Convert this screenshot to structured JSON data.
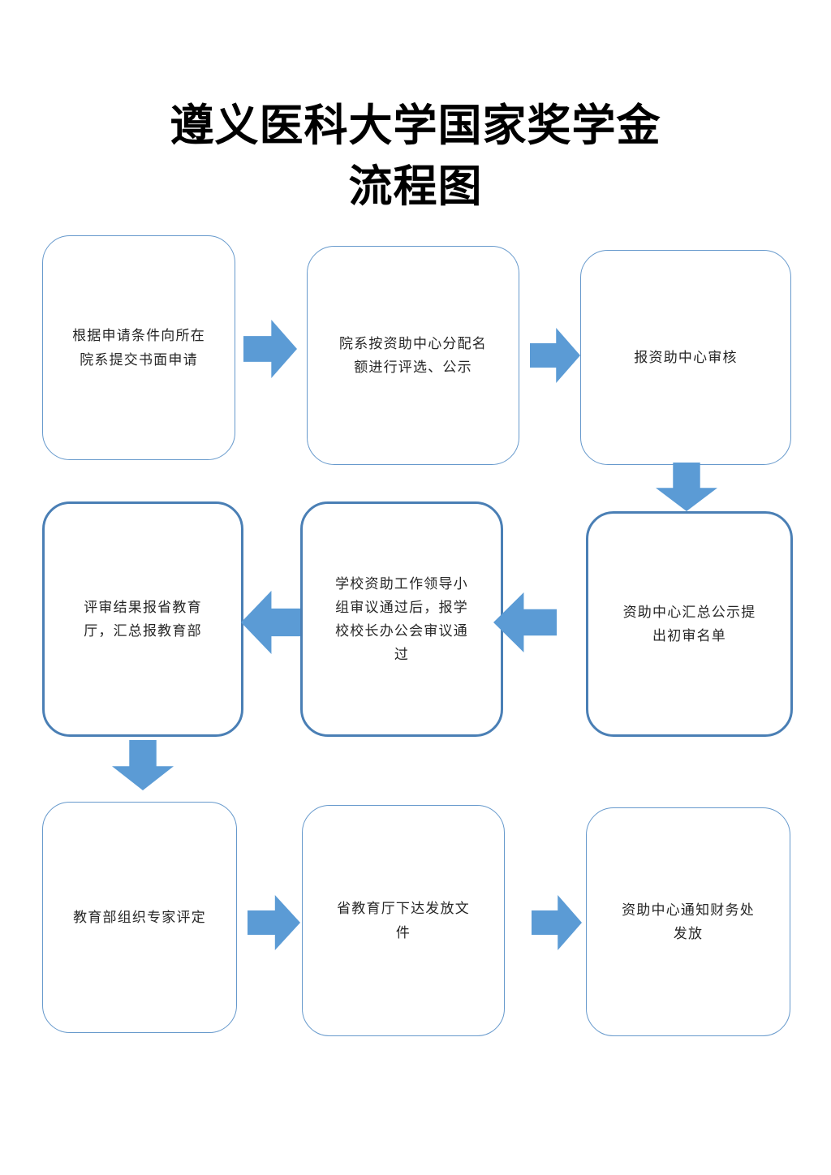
{
  "document": {
    "title_lines": [
      "遵义医科大学国家奖学金",
      "流程图"
    ],
    "full_title": "遵义医科大学国家奖学金流程图",
    "background_color": "#ffffff"
  },
  "theme": {
    "box_border_color": "#4f81bd",
    "box_fill_color": "#ffffff",
    "arrow_fill_color": "#5b9bd5",
    "text_color": "#262626",
    "title_color": "#000000"
  },
  "flow": {
    "nodes": [
      {
        "id": "n1",
        "order": 1,
        "row": 1,
        "column": 1,
        "label": "根据申请条件向所在\n院系提交书面申请"
      },
      {
        "id": "n2",
        "order": 2,
        "row": 1,
        "column": 2,
        "label": "院系按资助中心分配名\n额进行评选、公示"
      },
      {
        "id": "n3",
        "order": 3,
        "row": 1,
        "column": 3,
        "label": "报资助中心审核"
      },
      {
        "id": "n4",
        "order": 4,
        "row": 2,
        "column": 3,
        "label": "资助中心汇总公示提\n出初审名单"
      },
      {
        "id": "n5",
        "order": 5,
        "row": 2,
        "column": 2,
        "label": "学校资助工作领导小\n组审议通过后，报学\n校校长办公会审议通\n过"
      },
      {
        "id": "n6",
        "order": 6,
        "row": 2,
        "column": 1,
        "label": "评审结果报省教育\n厅，汇总报教育部"
      },
      {
        "id": "n7",
        "order": 7,
        "row": 3,
        "column": 1,
        "label": "教育部组织专家评定"
      },
      {
        "id": "n8",
        "order": 8,
        "row": 3,
        "column": 2,
        "label": "省教育厅下达发放文\n件"
      },
      {
        "id": "n9",
        "order": 9,
        "row": 3,
        "column": 3,
        "label": "资助中心通知财务处\n发放"
      }
    ],
    "connectors": [
      {
        "id": "c1",
        "from": "n1",
        "to": "n2",
        "direction": "right"
      },
      {
        "id": "c2",
        "from": "n2",
        "to": "n3",
        "direction": "right"
      },
      {
        "id": "c3",
        "from": "n3",
        "to": "n4",
        "direction": "down"
      },
      {
        "id": "c4",
        "from": "n4",
        "to": "n5",
        "direction": "left"
      },
      {
        "id": "c5",
        "from": "n5",
        "to": "n6",
        "direction": "left"
      },
      {
        "id": "c6",
        "from": "n6",
        "to": "n7",
        "direction": "down"
      },
      {
        "id": "c7",
        "from": "n7",
        "to": "n8",
        "direction": "right"
      },
      {
        "id": "c8",
        "from": "n8",
        "to": "n9",
        "direction": "right"
      }
    ]
  }
}
